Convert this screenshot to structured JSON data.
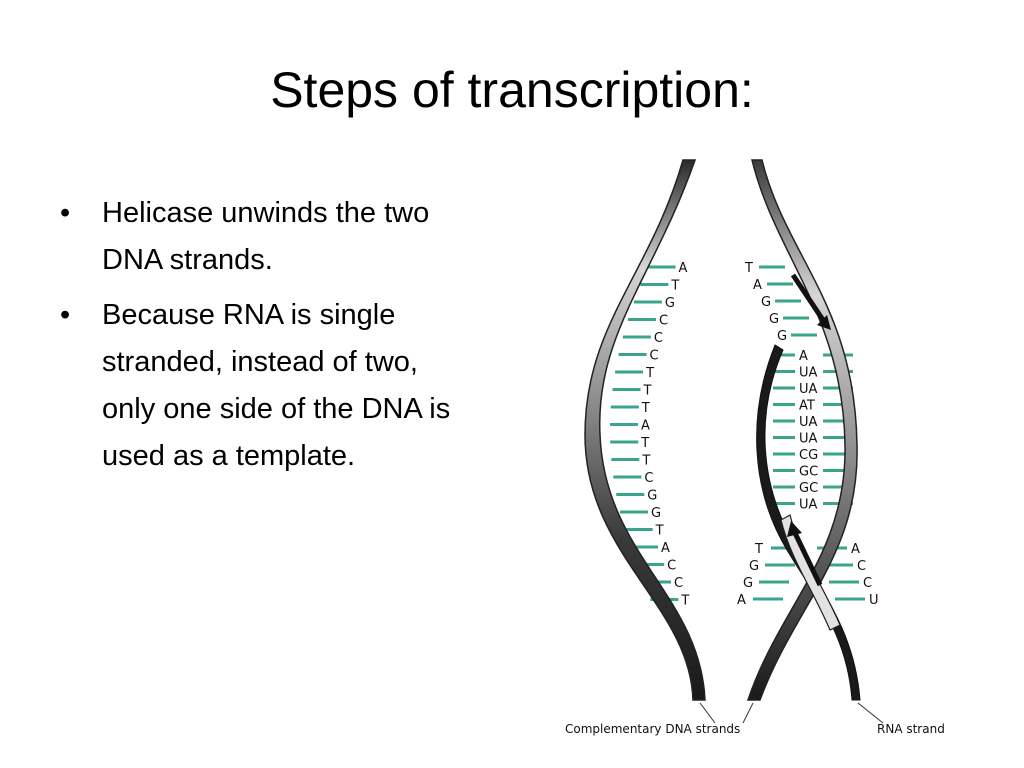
{
  "slide": {
    "title": "Steps of transcription:",
    "bullets": [
      "Helicase unwinds the two DNA strands.",
      "Because RNA is single stranded, instead of two, only one side of the DNA is used as a template."
    ],
    "bullet_symbol": "•"
  },
  "diagram": {
    "left_strand_bases": [
      "A",
      "T",
      "G",
      "C",
      "C",
      "C",
      "T",
      "T",
      "T",
      "A",
      "T",
      "T",
      "C",
      "G",
      "G",
      "T",
      "A",
      "C",
      "C",
      "T"
    ],
    "right_top_bases": [
      "T",
      "A",
      "G",
      "G",
      "G"
    ],
    "rna_dna_pairs": [
      "A",
      "UA",
      "UA",
      "AT",
      "UA",
      "UA",
      "CG",
      "GC",
      "GC",
      "UA"
    ],
    "right_lower_template_bases": [
      "T",
      "G",
      "G",
      "A"
    ],
    "rna_lower_bases": [
      "A",
      "C",
      "C",
      "U"
    ],
    "captions": {
      "complementary": "Complementary DNA strands",
      "rna": "RNA strand"
    },
    "colors": {
      "pair_line": "#3aa58c",
      "strand_dark": "#2a2a2a",
      "strand_mid": "#8c8c8c",
      "strand_light": "#d6d6d6"
    }
  }
}
